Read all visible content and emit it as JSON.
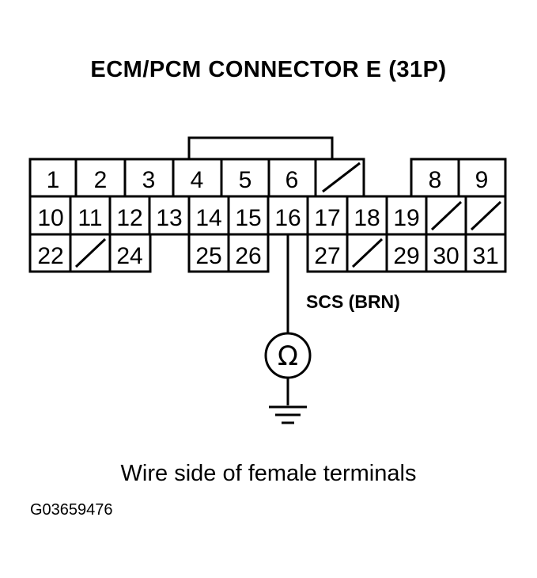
{
  "title": "ECM/PCM CONNECTOR E (31P)",
  "caption": "Wire side of female terminals",
  "figure_id": "G03659476",
  "probe": {
    "label": "SCS (BRN)",
    "meter_symbol": "Ω",
    "pin": "16"
  },
  "connector": {
    "row1": [
      "1",
      "2",
      "3",
      "4",
      "5",
      "6",
      "",
      "8",
      "9"
    ],
    "row2": [
      "10",
      "11",
      "12",
      "13",
      "14",
      "15",
      "16",
      "17",
      "18",
      "19",
      "",
      ""
    ],
    "row3": [
      "22",
      "",
      "24",
      "25",
      "26",
      "27",
      "",
      "29",
      "30",
      "31"
    ]
  }
}
